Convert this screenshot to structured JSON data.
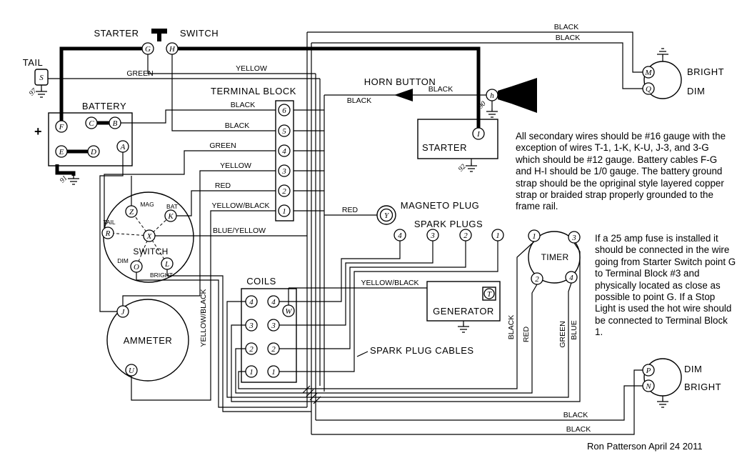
{
  "texts": {
    "note1": "All secondary wires should be #16 gauge with the exception of wires T-1, 1-K, K-U, J-3, and 3-G which should be  #12 gauge. Battery cables F-G and H-I should be 1/0 gauge. The battery ground strap should be the opriginal style layered copper strap or braided strap properly grounded to the frame rail.",
    "note2": "If a 25 amp fuse is installed it should be connected in the wire going from Starter Switch point G to Terminal Block #3 and physically located as close as possible to point G. If a Stop Light is used the hot wire should be connected to Terminal Block 1.",
    "credit": "Ron Patterson April 24 2011"
  },
  "components": {
    "starter_switch": {
      "word1": "STARTER",
      "word2": "SWITCH",
      "t_g": "G",
      "t_h": "H"
    },
    "tail_lamp": {
      "label": "TAIL",
      "t_s": "S",
      "gnum": "97"
    },
    "battery": {
      "label": "BATTERY",
      "plus": "+",
      "t_f": "F",
      "t_c": "C",
      "t_b": "B",
      "t_e": "E",
      "t_d": "D",
      "t_a": "A",
      "gnum": "91"
    },
    "terminal_block": {
      "label": "TERMINAL BLOCK",
      "t6": "6",
      "t5": "5",
      "t4": "4",
      "t3": "3",
      "t2": "2",
      "t1": "1"
    },
    "horn": {
      "label": "HORN BUTTON",
      "t_h": "h",
      "gnum": "90"
    },
    "starter": {
      "label": "STARTER",
      "t_i": "I",
      "gnum": "92"
    },
    "magneto_plug": {
      "label": "MAGNETO PLUG",
      "t_y": "Y"
    },
    "spark_plugs": {
      "label": "SPARK PLUGS",
      "t4": "4",
      "t3": "3",
      "t2": "2",
      "t1": "1"
    },
    "ignition_switch": {
      "label": "SWITCH",
      "t_z": "Z",
      "t_k": "K",
      "t_x": "X",
      "t_r": "R",
      "t_o": "O",
      "t_l": "L",
      "lbl_mag": "MAG",
      "lbl_bat": "BAT",
      "lbl_tail": "TAIL",
      "lbl_dim": "DIM",
      "lbl_bright": "BRIGHT"
    },
    "ammeter": {
      "label": "AMMETER",
      "t_j": "J",
      "t_u": "U"
    },
    "coils": {
      "label": "COILS",
      "l4": "4",
      "l3": "3",
      "l2": "2",
      "l1": "1",
      "r4": "4",
      "r3": "3",
      "r2": "2",
      "r1": "1",
      "t_w": "W"
    },
    "generator": {
      "label": "GENERATOR",
      "t_t": "T"
    },
    "timer": {
      "label": "TIMER",
      "t1": "1",
      "t2": "2",
      "t3": "3",
      "t4": "4"
    },
    "headlamp_top": {
      "bright": "BRIGHT",
      "dim": "DIM",
      "t_m": "M",
      "t_q": "Q"
    },
    "headlamp_bottom": {
      "dim": "DIM",
      "bright": "BRIGHT",
      "t_p": "P",
      "t_n": "N"
    }
  },
  "wire_labels": {
    "black": "BLACK",
    "red": "RED",
    "green": "GREEN",
    "yellow": "YELLOW",
    "blue": "BLUE",
    "yellow_black": "YELLOW/BLACK",
    "blue_yellow": "BLUE/YELLOW",
    "spark_plug_cables": "SPARK PLUG CABLES"
  }
}
